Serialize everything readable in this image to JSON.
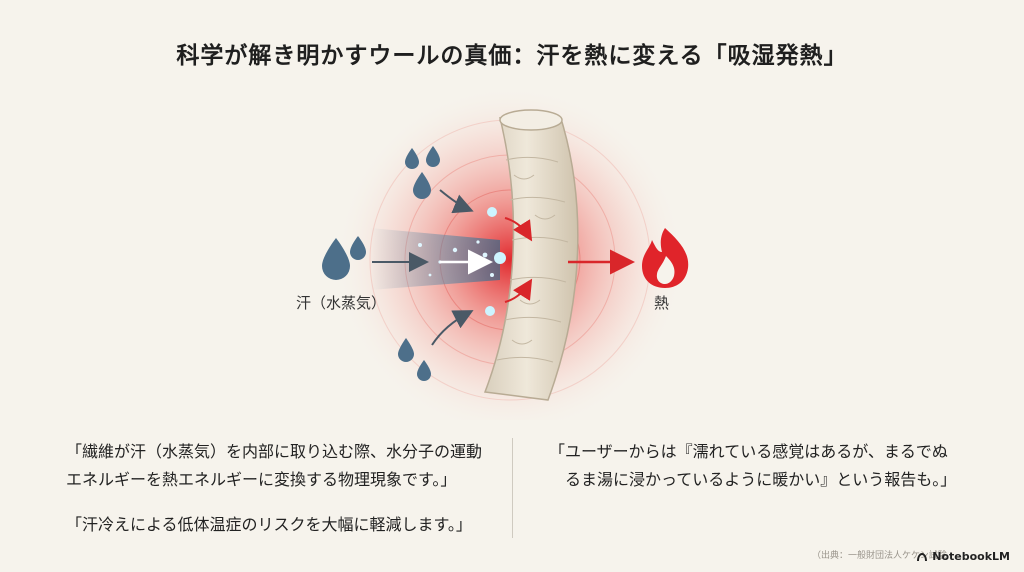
{
  "title": "科学が解き明かすウールの真価：汗を熱に変える「吸湿発熱」",
  "diagram": {
    "sweat_label": "汗（水蒸気）",
    "heat_label": "熱"
  },
  "quotes": {
    "left_1_line1": "「繊維が汗（水蒸気）を内部に取り込む際、水分子の運動",
    "left_1_line2": "エネルギーを熱エネルギーに変換する物理現象です。」",
    "left_2": "「汗冷えによる低体温症のリスクを大幅に軽減します。」",
    "right_line1": "「ユーザーからは『濡れている感覚はあるが、まるでぬ",
    "right_line2": "　るま湯に浸かっているように暖かい』という報告も。」"
  },
  "footer": {
    "source": "（出典：一般財団法人ケケン試験",
    "brand": "NotebookLM"
  },
  "colors": {
    "background": "#f6f3ec",
    "heat_red": "#d9262a",
    "water_blue": "#4d6f8a",
    "fiber": "#e9e1d2"
  }
}
